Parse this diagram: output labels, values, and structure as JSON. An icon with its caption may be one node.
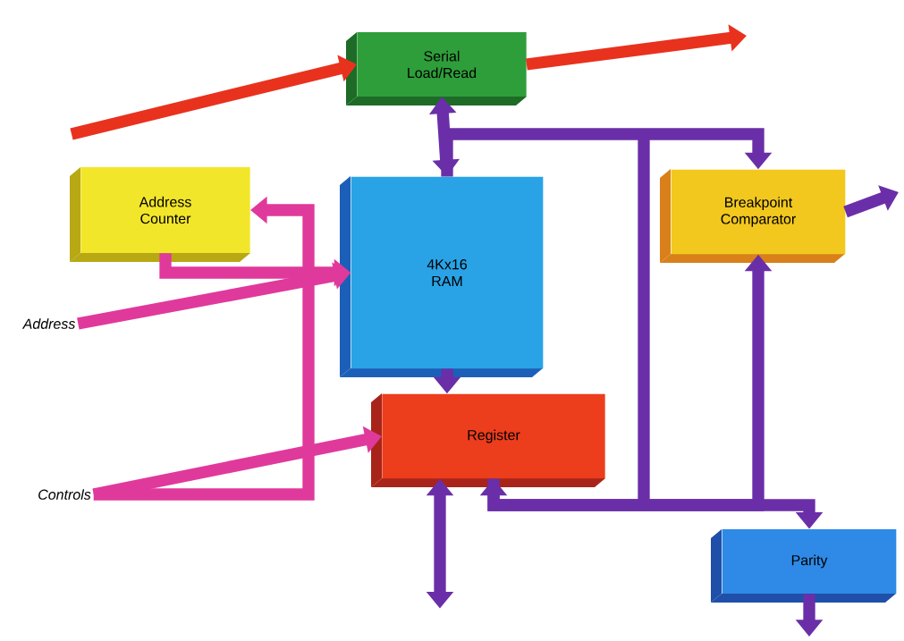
{
  "diagram": {
    "nodes": [
      {
        "text": [
          "Serial Load/Read"
        ]
      },
      {
        "text": [
          "Address Counter"
        ]
      },
      {
        "text": [
          "4Kx16 RAM"
        ]
      },
      {
        "text": [
          "Breakpoint Comparator"
        ]
      },
      {
        "text": [
          "Register"
        ]
      },
      {
        "text": [
          "Parity"
        ]
      },
      {
        "text": [
          "Address"
        ]
      },
      {
        "text": [
          "Controls"
        ]
      }
    ],
    "edges": [
      {
        "from": null,
        "to": 0,
        "arrow": "to",
        "color": "#e8321e"
      },
      {
        "from": 0,
        "to": null,
        "arrow": "to",
        "color": "#e8321e"
      },
      {
        "from": 0,
        "to": 2,
        "arrow": "both"
      },
      {
        "from": 2,
        "to": 3,
        "arrow": "to"
      },
      {
        "from": 4,
        "to": 3,
        "arrow": "both"
      },
      {
        "from": 4,
        "to": 5,
        "arrow": "to"
      },
      {
        "from": 5,
        "to": null,
        "arrow": "to"
      },
      {
        "from": 3,
        "to": null,
        "arrow": "to"
      },
      {
        "from": 4,
        "to": null,
        "arrow": "both"
      },
      {
        "from": 2,
        "to": 4,
        "arrow": "to"
      },
      {
        "from": 6,
        "to": 2,
        "arrow": "to",
        "color": "#e0399c"
      },
      {
        "from": 7,
        "to": 4,
        "arrow": "to",
        "color": "#e0399c"
      },
      {
        "from": 1,
        "to": 2,
        "arrow": "to",
        "color": "#e0399c"
      },
      {
        "from": 7,
        "to": 1,
        "arrow": "to",
        "color": "#e0399c"
      }
    ]
  }
}
